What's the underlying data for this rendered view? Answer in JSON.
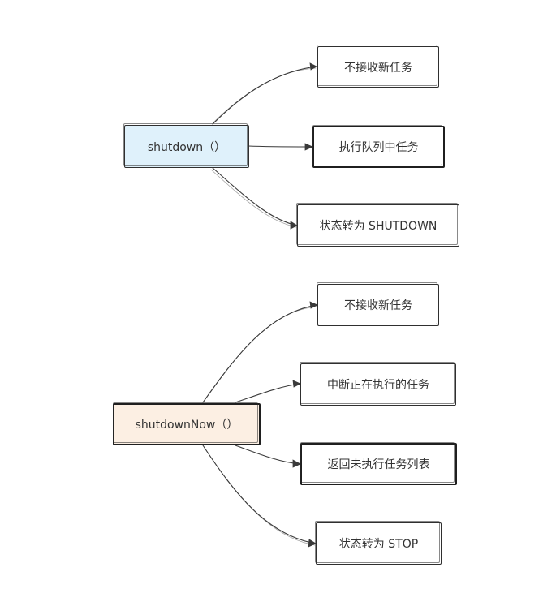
{
  "diagrams": [
    {
      "root": {
        "label": "shutdown（）",
        "fill": "#dff1fb"
      },
      "children": [
        "不接收新任务",
        "执行队列中任务",
        "状态转为 SHUTDOWN"
      ]
    },
    {
      "root": {
        "label": "shutdownNow（）",
        "fill": "#fcefe3"
      },
      "children": [
        "不接收新任务",
        "中断正在执行的任务",
        "返回未执行任务列表",
        "状态转为 STOP"
      ]
    }
  ],
  "colors": {
    "stroke": "#2f2f2f",
    "blue_fill": "#dff1fb",
    "peach_fill": "#fcefe3"
  }
}
